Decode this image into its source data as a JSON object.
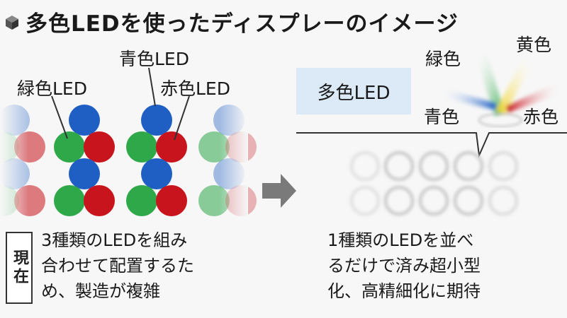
{
  "title": "多色LEDを使ったディスプレーのイメージ",
  "left": {
    "label_blue": "青色LED",
    "label_green": "緑色LED",
    "label_red": "赤色LED",
    "tag": "現在",
    "note_lines": [
      "3種類のLEDを組み",
      "合わせて配置するた",
      "め、製造が複雑"
    ]
  },
  "right": {
    "box_label": "多色LED",
    "beam_labels": {
      "green": "緑色",
      "yellow": "黄色",
      "blue": "青色",
      "red": "赤色"
    },
    "note_lines": [
      "1種類のLEDを並べ",
      "るだけで済み超小型",
      "化、高精細化に期待"
    ]
  },
  "colors": {
    "blue": "#1f5fc4",
    "green": "#2fa84a",
    "red": "#c8141c",
    "yellow": "#f0d21e",
    "box": "#dce9f7"
  }
}
